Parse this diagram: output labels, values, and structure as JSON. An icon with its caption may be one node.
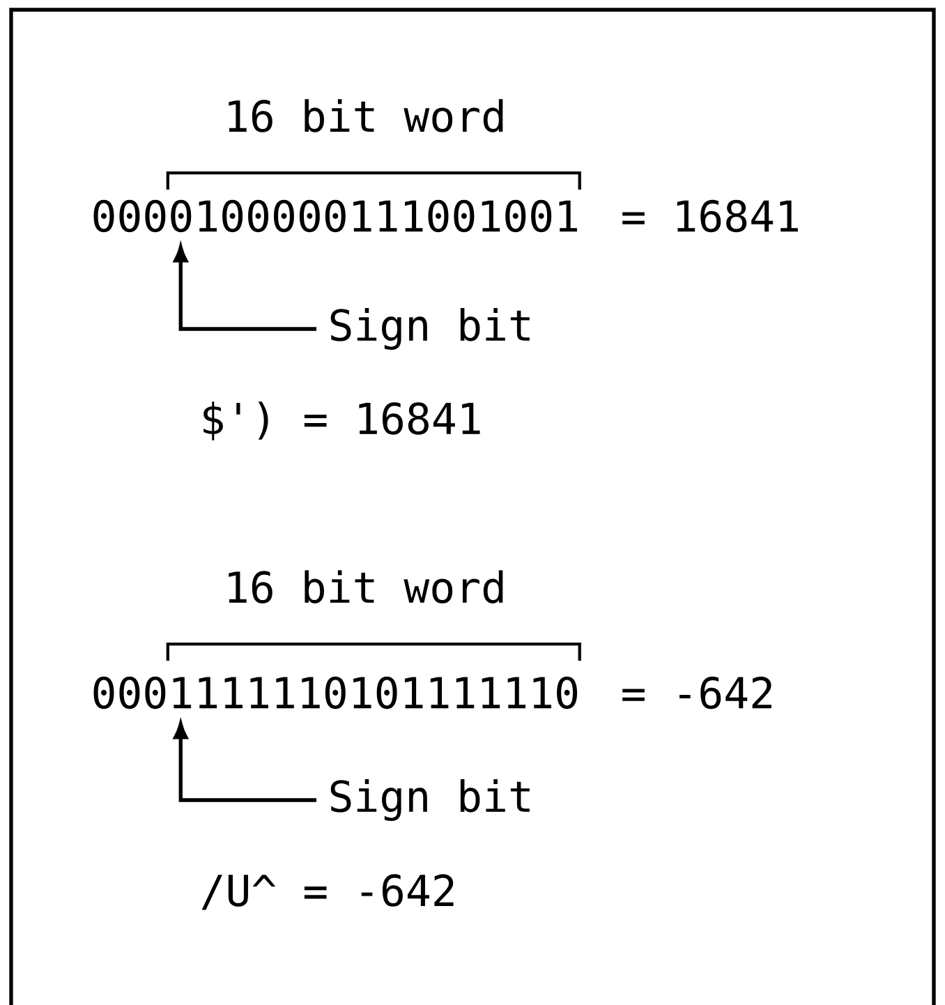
{
  "diagram": {
    "nodes": [
      {
        "text": [
          "0000100000111001001"
        ]
      },
      {
        "text": [
          "Sign bit"
        ]
      },
      {
        "text": [
          "0001111110101111110"
        ]
      },
      {
        "text": [
          "Sign bit"
        ]
      }
    ],
    "edges": [
      {
        "from": 1,
        "to": 0,
        "arrow": "to"
      },
      {
        "from": 3,
        "to": 2,
        "arrow": "to"
      }
    ],
    "labels": [
      "16 bit word",
      "= 16841",
      "$') = 16841",
      "16 bit word",
      "= -642",
      "/U^ = -642"
    ]
  }
}
